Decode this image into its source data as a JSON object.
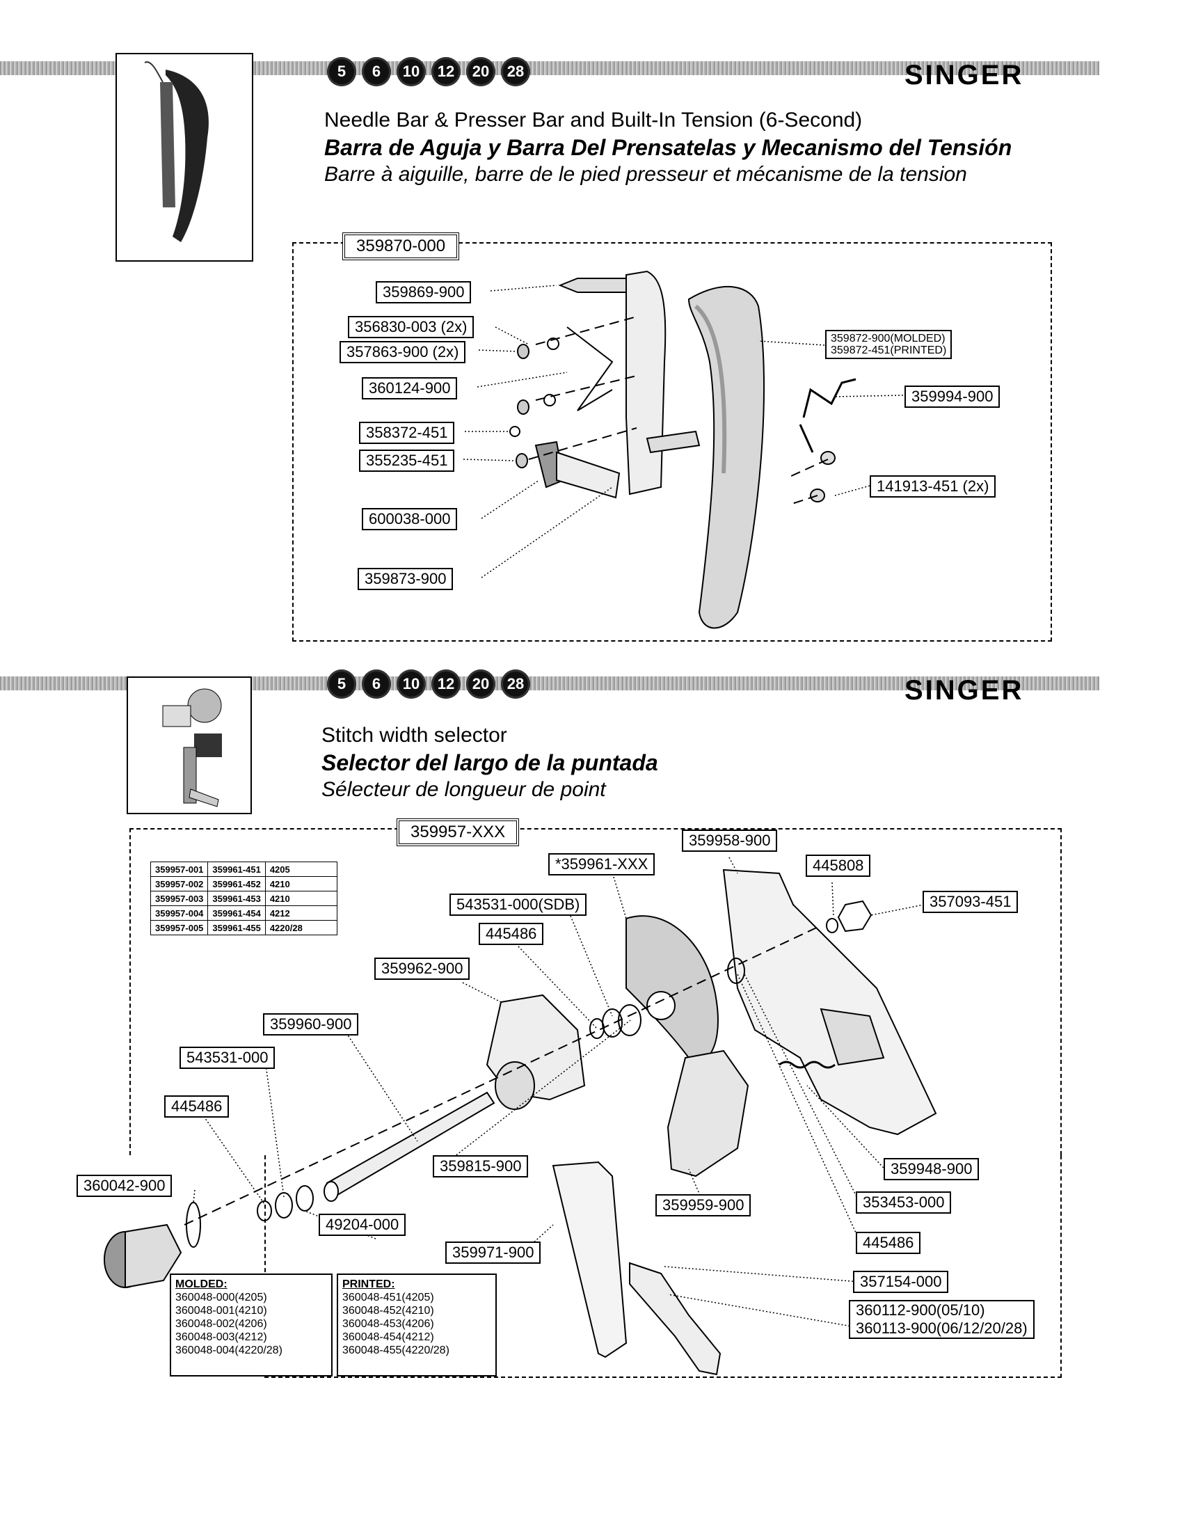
{
  "brand": "SINGER",
  "section1": {
    "model_badges": [
      "5",
      "6",
      "10",
      "12",
      "20",
      "28"
    ],
    "title_en": "Needle Bar & Presser Bar and Built-In Tension (6-Second)",
    "title_es": "Barra de Aguja y Barra Del Prensatelas y Mecanismo del Tensión",
    "title_fr": "Barre à aiguille, barre de le pied presseur et mécanisme de la tension",
    "assembly_part": "359870-000",
    "parts": {
      "p1": "359869-900",
      "p2": "356830-003 (2x)",
      "p3": "357863-900 (2x)",
      "p4": "360124-900",
      "p5": "358372-451",
      "p6": "355235-451",
      "p7": "600038-000",
      "p8": "359873-900",
      "p9a": "359872-900(MOLDED)",
      "p9b": "359872-451(PRINTED)",
      "p10": "359994-900",
      "p11": "141913-451 (2x)"
    }
  },
  "section2": {
    "model_badges": [
      "5",
      "6",
      "10",
      "12",
      "20",
      "28"
    ],
    "title_en": "Stitch width selector",
    "title_es": "Selector del largo de la puntada",
    "title_fr": "Sélecteur de longueur de point",
    "assembly_part": "359957-XXX",
    "variants": [
      [
        "359957-001",
        "359961-451",
        "4205"
      ],
      [
        "359957-002",
        "359961-452",
        "4210"
      ],
      [
        "359957-003",
        "359961-453",
        "4210"
      ],
      [
        "359957-004",
        "359961-454",
        "4212"
      ],
      [
        "359957-005",
        "359961-455",
        "4220/28"
      ]
    ],
    "parts": {
      "q1": "359958-900",
      "q2": "*359961-XXX",
      "q3": "445808",
      "q4": "357093-451",
      "q5": "543531-000(SDB)",
      "q6": "445486",
      "q7": "359962-900",
      "q8": "359960-900",
      "q9": "543531-000",
      "q10": "445486",
      "q11": "360042-900",
      "q12": "359815-900",
      "q13": "359959-900",
      "q14": "49204-000",
      "q15": "359971-900",
      "q16": "359948-900",
      "q17": "353453-000",
      "q18": "445486",
      "q19": "357154-000",
      "q20a": "360112-900(05/10)",
      "q20b": "360113-900(06/12/20/28)"
    },
    "molded": {
      "heading": "MOLDED:",
      "items": [
        "360048-000(4205)",
        "360048-001(4210)",
        "360048-002(4206)",
        "360048-003(4212)",
        "360048-004(4220/28)"
      ]
    },
    "printed": {
      "heading": "PRINTED:",
      "items": [
        "360048-451(4205)",
        "360048-452(4210)",
        "360048-453(4206)",
        "360048-454(4212)",
        "360048-455(4220/28)"
      ]
    }
  }
}
